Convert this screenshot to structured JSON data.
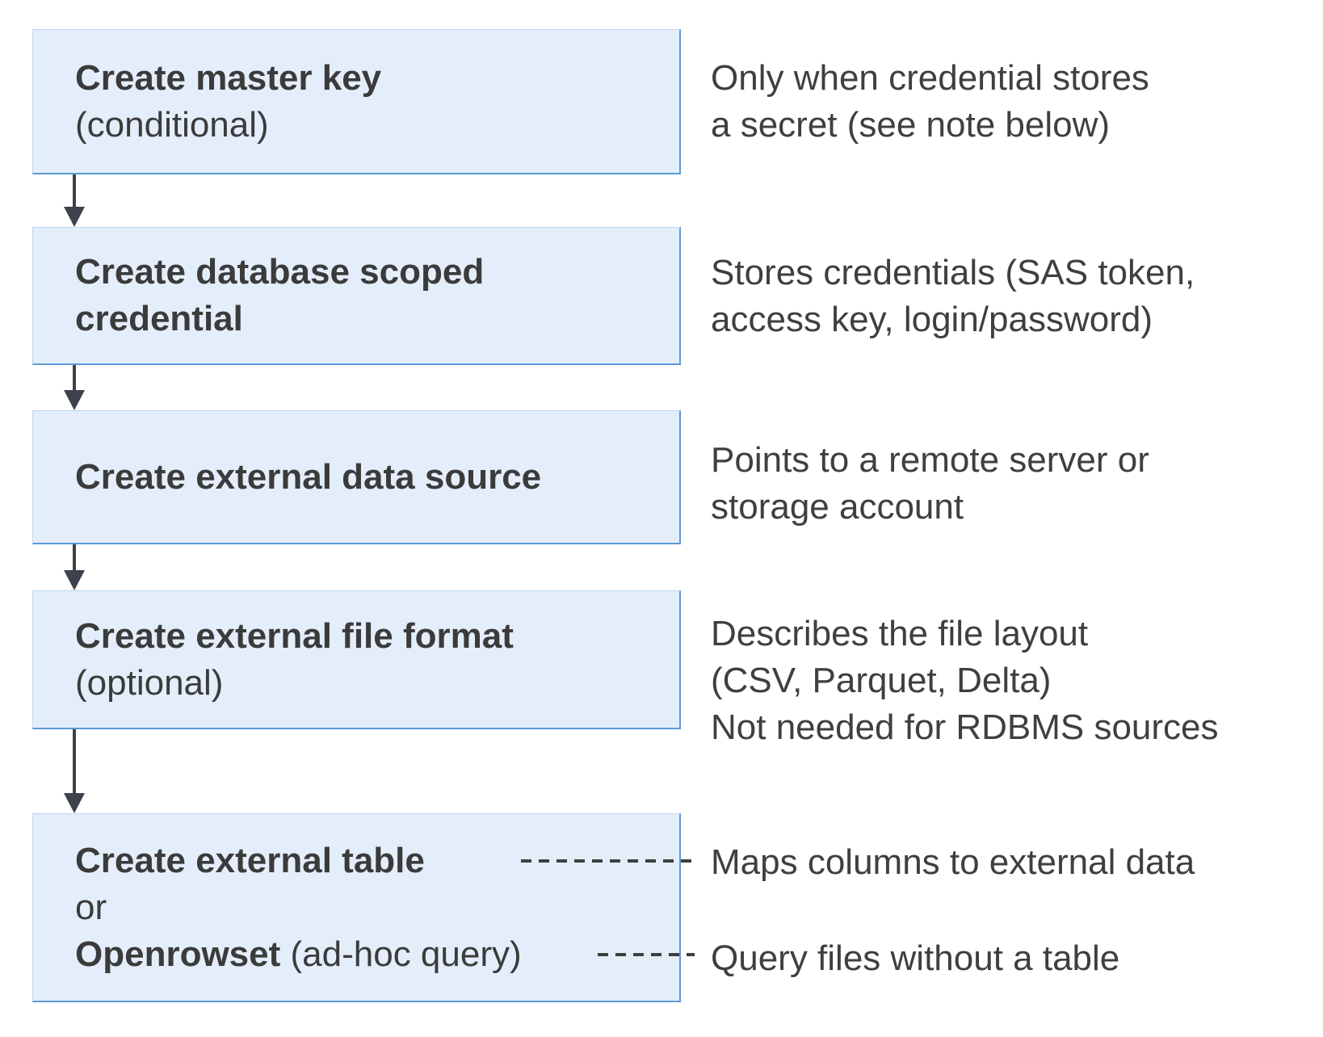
{
  "colors": {
    "box_fill": "#e4eefb",
    "box_border": "#5b9bd5",
    "box_border_light": "#bcd6f0",
    "text": "#3b3b3b",
    "note_text": "#3f3f3f",
    "arrow": "#3d424c",
    "dash": "#3f3f3f"
  },
  "boxes": {
    "master_key": {
      "title": "Create master key",
      "qualifier": "(conditional)"
    },
    "scoped_credential": {
      "title_line1": "Create database scoped",
      "title_line2": "credential"
    },
    "data_source": {
      "title": "Create external data source"
    },
    "file_format": {
      "title": "Create external file format",
      "qualifier": "(optional)"
    },
    "external_table": {
      "option1": "Create external table",
      "conjunction": "or",
      "option2": "Openrowset",
      "option2_qualifier": "(ad-hoc query)"
    }
  },
  "notes": {
    "master_key": {
      "line1": "Only when credential stores",
      "line2": "a secret (see note below)"
    },
    "scoped_credential": {
      "line1": "Stores credentials (SAS token,",
      "line2": "access key, login/password)"
    },
    "data_source": {
      "line1": "Points to a remote server or",
      "line2": "storage account"
    },
    "file_format": {
      "line1": "Describes the file layout",
      "line2": "(CSV, Parquet, Delta)",
      "line3": "Not needed for RDBMS sources"
    },
    "external_table": {
      "line1": "Maps columns to external data"
    },
    "openrowset": {
      "line1": "Query files without a table"
    }
  }
}
